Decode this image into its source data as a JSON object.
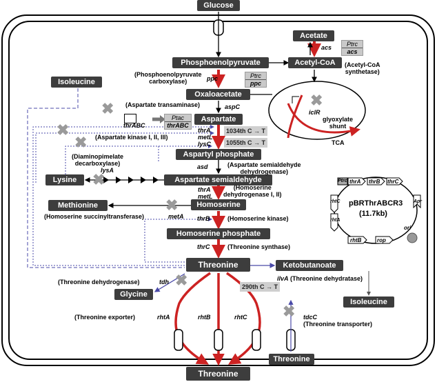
{
  "nodes": {
    "glucose": "Glucose",
    "pep": "Phosphoenolpyruvate",
    "acetate": "Acetate",
    "acetyl_coa": "Acetyl-CoA",
    "oxaloacetate": "Oxaloacetate",
    "aspartate": "Aspartate",
    "aspartyl_phosphate": "Aspartyl phosphate",
    "aspartate_semialdehyde": "Aspartate semialdehyde",
    "lysine": "Lysine",
    "homoserine": "Homoserine",
    "methionine": "Methionine",
    "homoserine_phosphate": "Homoserine phosphate",
    "threonine": "Threonine",
    "ketobutanoate": "Ketobutanoate",
    "glycine": "Glycine",
    "isoleucine_left": "Isoleucine",
    "isoleucine_right": "Isoleucine",
    "threonine_out": "Threonine",
    "threonine_bottom": "Threonine"
  },
  "enzymes": {
    "pepc": "(Phosphoenolpyruvate\ncarboxylase)",
    "ppc": "ppc",
    "acs": "acs",
    "acs_name": "(Acetyl-CoA\nsynthetase)",
    "aspc_name": "(Aspartate transaminase)",
    "aspc": "aspC",
    "thrabc": "thrABC",
    "ask_name": "(Aspartate kinase I, II, III)",
    "thra1": "thrA",
    "metl1": "metL",
    "lysc": "lysC",
    "asd": "asd",
    "asd_name": "(Aspartate semialdehyde\ndehydrogenase)",
    "dapdc_name": "(Diaminopimelate\ndecarboxylase)",
    "lysa": "lysA",
    "thra2": "thrA",
    "metl2": "metL",
    "hd_name": "(Homoserine\ndehydrogenase I, II)",
    "hst_name": "(Homoserine succinyltransferase)",
    "meta": "metA",
    "thrb": "thrB",
    "hk_name": "(Homoserine kinase)",
    "thrc": "thrC",
    "ts_name": "(Threonine synthase)",
    "tdh_name": "(Threonine dehydrogenase)",
    "tdh": "tdh",
    "ilva": "ilvA",
    "td_name": "(Threonine dehydratase)",
    "exporter_name": "(Threonine exporter)",
    "rhta": "rhtA",
    "rhtb": "rhtB",
    "rhtc": "rhtC",
    "tdcc": "tdcC",
    "transporter_name": "(Threonine transporter)",
    "iclr": "iclR",
    "glyoxylate": "glyoxylate\nshunt",
    "tca": "TCA"
  },
  "mutations": {
    "m1": "1034th C → T",
    "m2": "1055th C → T",
    "m3": "290th C → T"
  },
  "promoters": {
    "ptrc1": "Ptrc",
    "acs_gene": "acs",
    "ptrc2": "Ptrc",
    "ppc_gene": "ppc",
    "ptac": "Ptac",
    "thrabc_gene": "thrABC"
  },
  "plasmid": {
    "name": "pBRThrABCR3",
    "size": "(11.7kb)",
    "genes": [
      "thrA",
      "thrB",
      "thrC",
      "rhtC",
      "rhtA",
      "rhtB",
      "rop"
    ],
    "ptrc": "Ptrc",
    "ap": "Apr",
    "ori": "ori"
  },
  "colors": {
    "node_bg": "#3d3d3d",
    "red_arrow": "#cc2222",
    "blue_dash": "#4a4aa8",
    "mutation_bg": "#cfcfcf",
    "knockout_x": "#9a9a9a"
  }
}
